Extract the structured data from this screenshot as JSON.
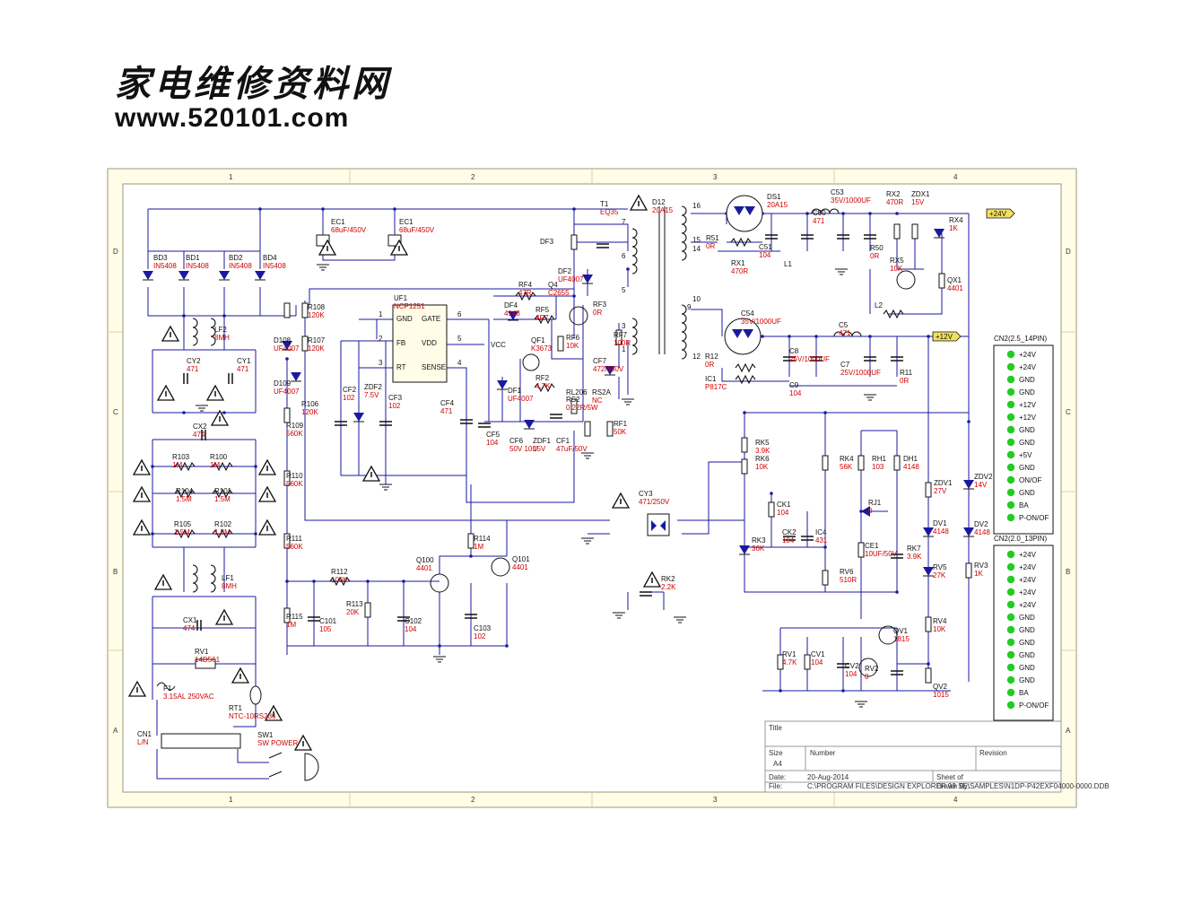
{
  "brand": {
    "name_cn": "家电维修资料网",
    "url": "www.520101.com"
  },
  "frame": {
    "cols": [
      "1",
      "2",
      "3",
      "4"
    ],
    "rows": [
      "D",
      "C",
      "B",
      "A"
    ]
  },
  "colors": {
    "wire": "#1a1aa0",
    "value": "#d00000",
    "label": "#111111",
    "frame_bg": "#fffde8",
    "frame_line": "#d8d2a0",
    "led": "#22cc22",
    "rail_tag": "#f0e060"
  },
  "components": [
    {
      "ref": "BD3",
      "value": "IN5408"
    },
    {
      "ref": "BD1",
      "value": "IN5408"
    },
    {
      "ref": "BD2",
      "value": "IN5408"
    },
    {
      "ref": "BD4",
      "value": "IN5408"
    },
    {
      "ref": "EC1",
      "value": "68uF/450V"
    },
    {
      "ref": "EC1",
      "value": "68uF/450V"
    },
    {
      "ref": "LF2",
      "value": "8MH"
    },
    {
      "ref": "LF1",
      "value": "8MH"
    },
    {
      "ref": "CY2",
      "value": "471"
    },
    {
      "ref": "CY1",
      "value": "471"
    },
    {
      "ref": "CX2",
      "value": "474"
    },
    {
      "ref": "CX1",
      "value": "474"
    },
    {
      "ref": "R103",
      "value": "1M"
    },
    {
      "ref": "R100",
      "value": "1M"
    },
    {
      "ref": "R104",
      "value": "1.5M"
    },
    {
      "ref": "R101",
      "value": "1.5M"
    },
    {
      "ref": "R105",
      "value": "1.5M"
    },
    {
      "ref": "R102",
      "value": "1.5M"
    },
    {
      "ref": "RV1",
      "value": "14D561"
    },
    {
      "ref": "F1",
      "value": "3.15AL 250VAC"
    },
    {
      "ref": "RT1",
      "value": "NTC-10RS236"
    },
    {
      "ref": "CN1",
      "value": "L/N"
    },
    {
      "ref": "SW1",
      "value": "SW POWER"
    },
    {
      "ref": "D108",
      "value": "UF4007"
    },
    {
      "ref": "D109",
      "value": "UF4007"
    },
    {
      "ref": "R108",
      "value": "120K"
    },
    {
      "ref": "R107",
      "value": "120K"
    },
    {
      "ref": "R106",
      "value": "120K"
    },
    {
      "ref": "R109",
      "value": "560K"
    },
    {
      "ref": "R110",
      "value": "560K"
    },
    {
      "ref": "R111",
      "value": "560K"
    },
    {
      "ref": "R115",
      "value": "1M"
    },
    {
      "ref": "R112",
      "value": "100K"
    },
    {
      "ref": "R113",
      "value": "20K"
    },
    {
      "ref": "C101",
      "value": "105"
    },
    {
      "ref": "C102",
      "value": "104"
    },
    {
      "ref": "C103",
      "value": "102"
    },
    {
      "ref": "Q100",
      "value": "4401"
    },
    {
      "ref": "Q101",
      "value": "4401"
    },
    {
      "ref": "R114",
      "value": "1M"
    },
    {
      "ref": "UF1",
      "value": "NCP1251"
    },
    {
      "ref": "CF2",
      "value": "102"
    },
    {
      "ref": "ZDF2",
      "value": "7.5V"
    },
    {
      "ref": "CF3",
      "value": "102"
    },
    {
      "ref": "CF4",
      "value": "471"
    },
    {
      "ref": "CF5",
      "value": "104"
    },
    {
      "ref": "CF6",
      "value": "50V 10U"
    },
    {
      "ref": "ZDF1",
      "value": "15V"
    },
    {
      "ref": "CF1",
      "value": "47uF/50V"
    },
    {
      "ref": "DF1",
      "value": "UF4007"
    },
    {
      "ref": "DF4",
      "value": "4148"
    },
    {
      "ref": "RF4",
      "value": "47R"
    },
    {
      "ref": "RF5",
      "value": "4R7"
    },
    {
      "ref": "RF6",
      "value": "10K"
    },
    {
      "ref": "RF2",
      "value": "4.7K"
    },
    {
      "ref": "RL206",
      "value": ""
    },
    {
      "ref": "Q4",
      "value": "C2655"
    },
    {
      "ref": "QF1",
      "value": "K3673"
    },
    {
      "ref": "RF3",
      "value": "0R"
    },
    {
      "ref": "RF7",
      "value": "100R"
    },
    {
      "ref": "RS2",
      "value": "0.22R/5W"
    },
    {
      "ref": "RS2A",
      "value": "NC"
    },
    {
      "ref": "RF1",
      "value": "50K"
    },
    {
      "ref": "DF3",
      "value": ""
    },
    {
      "ref": "DF2",
      "value": "UF4007"
    },
    {
      "ref": "CF7",
      "value": "472/630V"
    },
    {
      "ref": "T1",
      "value": "EQ35"
    },
    {
      "ref": "D12",
      "value": "20A15"
    },
    {
      "ref": "DS1",
      "value": "20A15"
    },
    {
      "ref": "C54",
      "value": "35V/1000UF"
    },
    {
      "ref": "C53",
      "value": "35V/1000UF"
    },
    {
      "ref": "L1",
      "value": ""
    },
    {
      "ref": "C50",
      "value": "471"
    },
    {
      "ref": "C51",
      "value": "104"
    },
    {
      "ref": "R50",
      "value": "0R"
    },
    {
      "ref": "R51",
      "value": "0R"
    },
    {
      "ref": "RX1",
      "value": "470R"
    },
    {
      "ref": "RX2",
      "value": "470R"
    },
    {
      "ref": "ZDX1",
      "value": "15V"
    },
    {
      "ref": "RX4",
      "value": "1K"
    },
    {
      "ref": "QX1",
      "value": "4401"
    },
    {
      "ref": "RX5",
      "value": "10K"
    },
    {
      "ref": "L2",
      "value": ""
    },
    {
      "ref": "C5",
      "value": "471"
    },
    {
      "ref": "C8",
      "value": "25V/1000UF"
    },
    {
      "ref": "C7",
      "value": "25V/1000UF"
    },
    {
      "ref": "C9",
      "value": "104"
    },
    {
      "ref": "R11",
      "value": "0R"
    },
    {
      "ref": "R12",
      "value": "0R"
    },
    {
      "ref": "IC1",
      "value": "P817C"
    },
    {
      "ref": "CY3",
      "value": "471/250V"
    },
    {
      "ref": "RK2",
      "value": "2.2K"
    },
    {
      "ref": "RK5",
      "value": "3.9K"
    },
    {
      "ref": "RK6",
      "value": "10K"
    },
    {
      "ref": "CK1",
      "value": "104"
    },
    {
      "ref": "CK2",
      "value": "104"
    },
    {
      "ref": "IC4",
      "value": "431"
    },
    {
      "ref": "RK3",
      "value": "36K"
    },
    {
      "ref": "RK4",
      "value": "56K"
    },
    {
      "ref": "RH1",
      "value": "103"
    },
    {
      "ref": "DH1",
      "value": "4148"
    },
    {
      "ref": "RJ1",
      "value": "0"
    },
    {
      "ref": "CE1",
      "value": "10UF/50V"
    },
    {
      "ref": "RK7",
      "value": "3.9K"
    },
    {
      "ref": "RV6",
      "value": "510R"
    },
    {
      "ref": "ZDV1",
      "value": "27V"
    },
    {
      "ref": "ZDV2",
      "value": "14V"
    },
    {
      "ref": "DV1",
      "value": "4148"
    },
    {
      "ref": "DV2",
      "value": "4148"
    },
    {
      "ref": "RV5",
      "value": "27K"
    },
    {
      "ref": "RV3",
      "value": "1K"
    },
    {
      "ref": "RV4",
      "value": "10K"
    },
    {
      "ref": "QV2",
      "value": "1015"
    },
    {
      "ref": "QV1",
      "value": "1815"
    },
    {
      "ref": "RV2",
      "value": "0"
    },
    {
      "ref": "RV1",
      "value": "4.7K"
    },
    {
      "ref": "CV1",
      "value": "104"
    },
    {
      "ref": "CV2",
      "value": "104"
    }
  ],
  "ic_pins": {
    "left": [
      "GND",
      "FB",
      "RT"
    ],
    "right": [
      "GATE",
      "VDD",
      "SENSE"
    ],
    "left_nums": [
      "1",
      "2",
      "3"
    ],
    "right_nums": [
      "6",
      "5",
      "4"
    ],
    "vcc": "VCC"
  },
  "transformer_pins": [
    "7",
    "6",
    "5",
    "3",
    "1",
    "16",
    "15",
    "14",
    "10",
    "9",
    "12"
  ],
  "rails": [
    {
      "label": "+24V"
    },
    {
      "label": "+12V"
    }
  ],
  "connectors": [
    {
      "title": "CN2(2.5_14PIN)",
      "pins": [
        "+24V",
        "+24V",
        "GND",
        "GND",
        "+12V",
        "+12V",
        "GND",
        "GND",
        "+5V",
        "GND",
        "ON/OF",
        "GND",
        "BA",
        "P-ON/OF"
      ]
    },
    {
      "title": "CN2(2.0_13PIN)",
      "pins": [
        "+24V",
        "+24V",
        "+24V",
        "+24V",
        "+24V",
        "GND",
        "GND",
        "GND",
        "GND",
        "GND",
        "GND",
        "BA",
        "P-ON/OF"
      ]
    }
  ],
  "titleblock": {
    "title_lbl": "Title",
    "size_lbl": "Size",
    "size": "A4",
    "number_lbl": "Number",
    "revision_lbl": "Revision",
    "date_lbl": "Date:",
    "date": "20-Aug-2014",
    "sheet_lbl": "Sheet    of",
    "file_lbl": "File:",
    "file": "C:\\PROGRAM FILES\\DESIGN EXPLORER 99 SE\\SAMPLES\\N1DP-P42EXF04000-0000.DDB",
    "drawn_lbl": "Drawn By:"
  }
}
